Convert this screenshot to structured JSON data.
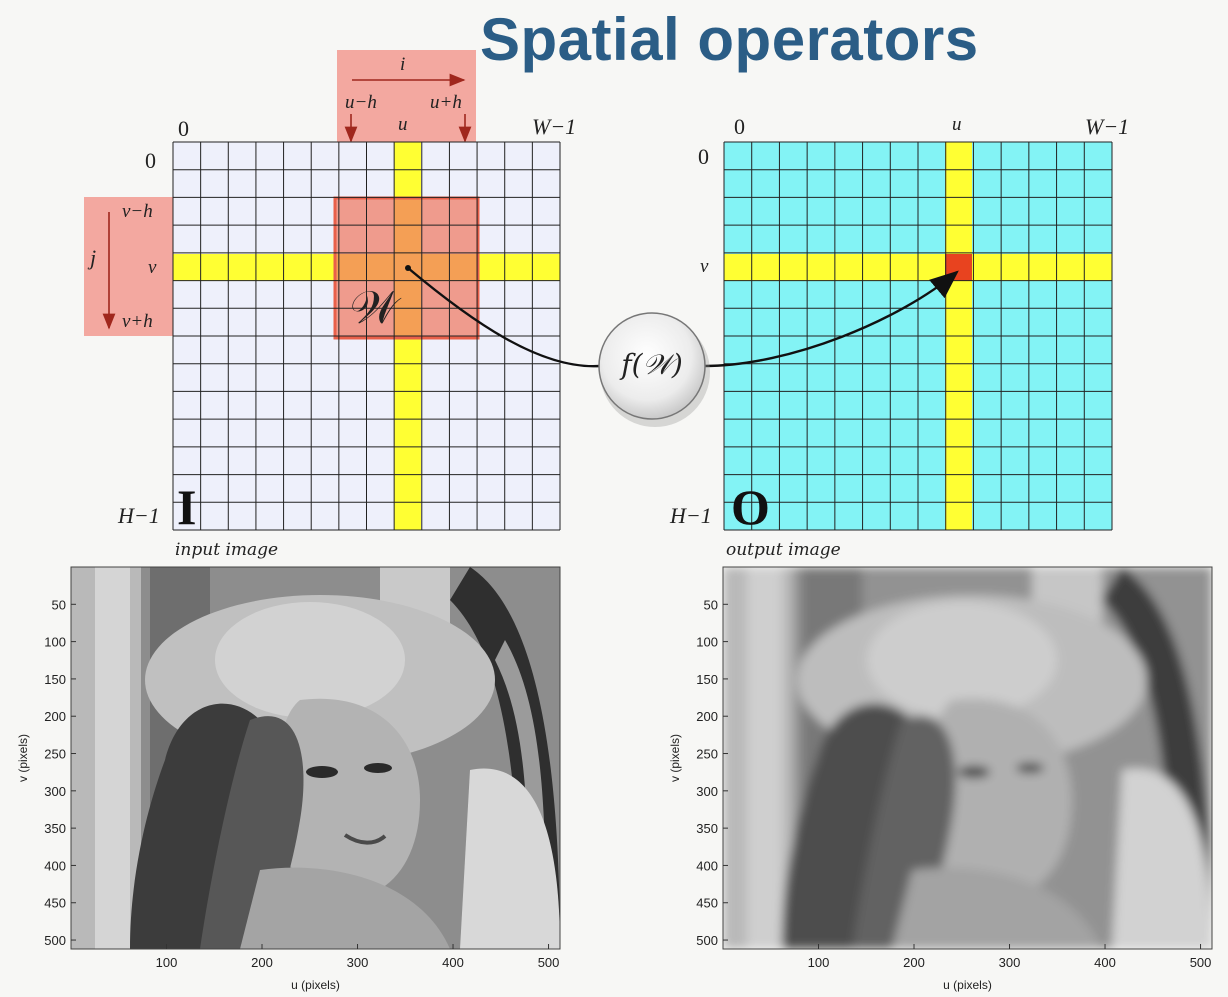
{
  "title": "Spatial operators",
  "input_grid": {
    "col_start": "0",
    "col_end": "W−1",
    "col_center": "u",
    "row_start": "0",
    "row_end": "H−1",
    "row_center": "v",
    "row_top": "v−h",
    "row_bottom": "v+h",
    "col_left": "u−h",
    "col_right": "u+h",
    "i_label": "i",
    "j_label": "j",
    "window_label": "𝒲",
    "image_letter": "I",
    "caption": "input image",
    "grid_color": "#eef0fb",
    "highlight_color": "#ffff33",
    "window_color": "#f07a63"
  },
  "output_grid": {
    "col_start": "0",
    "col_end": "W−1",
    "col_center": "u",
    "row_start": "0",
    "row_end": "H−1",
    "row_center": "v",
    "image_letter": "O",
    "caption": "output image",
    "grid_color": "#83f3f5",
    "highlight_color": "#ffff33",
    "pixel_color": "#e8431f"
  },
  "operator": {
    "label": "f(𝒲)"
  },
  "plots": {
    "xlabel": "u (pixels)",
    "ylabel": "v (pixels)",
    "xticks": [
      "100",
      "200",
      "300",
      "400",
      "500"
    ],
    "yticks": [
      "50",
      "100",
      "150",
      "200",
      "250",
      "300",
      "350",
      "400",
      "450",
      "500"
    ]
  }
}
